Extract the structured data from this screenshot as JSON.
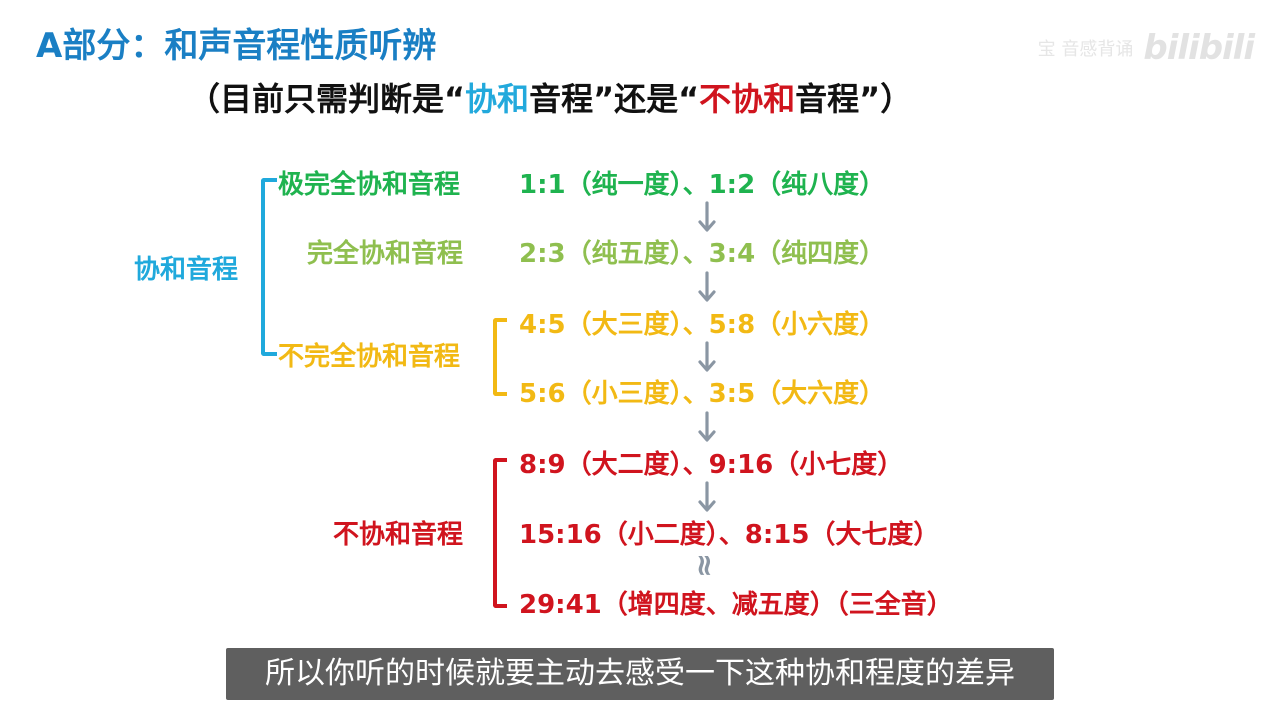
{
  "title": "A部分：和声音程性质听辨",
  "subtitle": {
    "prefix": "（目前只需判断是“",
    "consonant": "协和",
    "mid": "音程”还是“",
    "dissonant": "不协和",
    "suffix": "音程”）"
  },
  "watermark": {
    "text": "宝  音感背诵",
    "logo": "bilibili"
  },
  "categories": {
    "consonant": "协和音程",
    "perfect_consonant": "极完全协和音程",
    "complete_consonant": "完全协和音程",
    "imperfect_consonant": "不完全协和音程",
    "dissonant": "不协和音程"
  },
  "intervals": [
    "1:1（纯一度）、1:2（纯八度）",
    "2:3（纯五度）、3:4（纯四度）",
    "4:5（大三度）、5:8（小六度）",
    "5:6（小三度）、3:5（大六度）",
    "8:9（大二度）、9:16（小七度）",
    "15:16（小二度）、8:15（大七度）",
    "29:41（增四度、减五度）（三全音）"
  ],
  "approx_symbol": "≈",
  "caption": "所以你听的时候就要主动去感受一下这种协和程度的差异",
  "colors": {
    "title": "#1a7fc4",
    "consonant": "#20a9dc",
    "perfect": "#1fb34f",
    "complete": "#8fbf4f",
    "imperfect": "#f2b914",
    "dissonant": "#d0141e",
    "arrow": "#8a96a3"
  }
}
